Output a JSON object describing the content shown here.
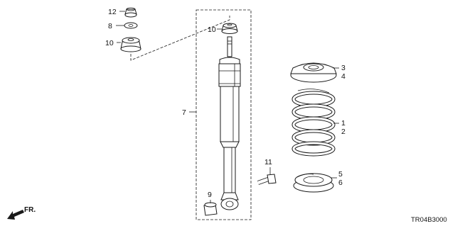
{
  "callouts": {
    "nut": "12",
    "washer": "8",
    "rubber_mount_upper": "10",
    "rubber_mount_lower": "10",
    "spring_seat_a": "3",
    "spring_seat_b": "4",
    "shock_absorber": "7",
    "spring_a": "1",
    "spring_b": "2",
    "bolt": "11",
    "lower_seat_a": "5",
    "lower_seat_b": "6",
    "bump_stop": "9"
  },
  "direction": {
    "label": "FR."
  },
  "diagram_code": "TR04B3000"
}
